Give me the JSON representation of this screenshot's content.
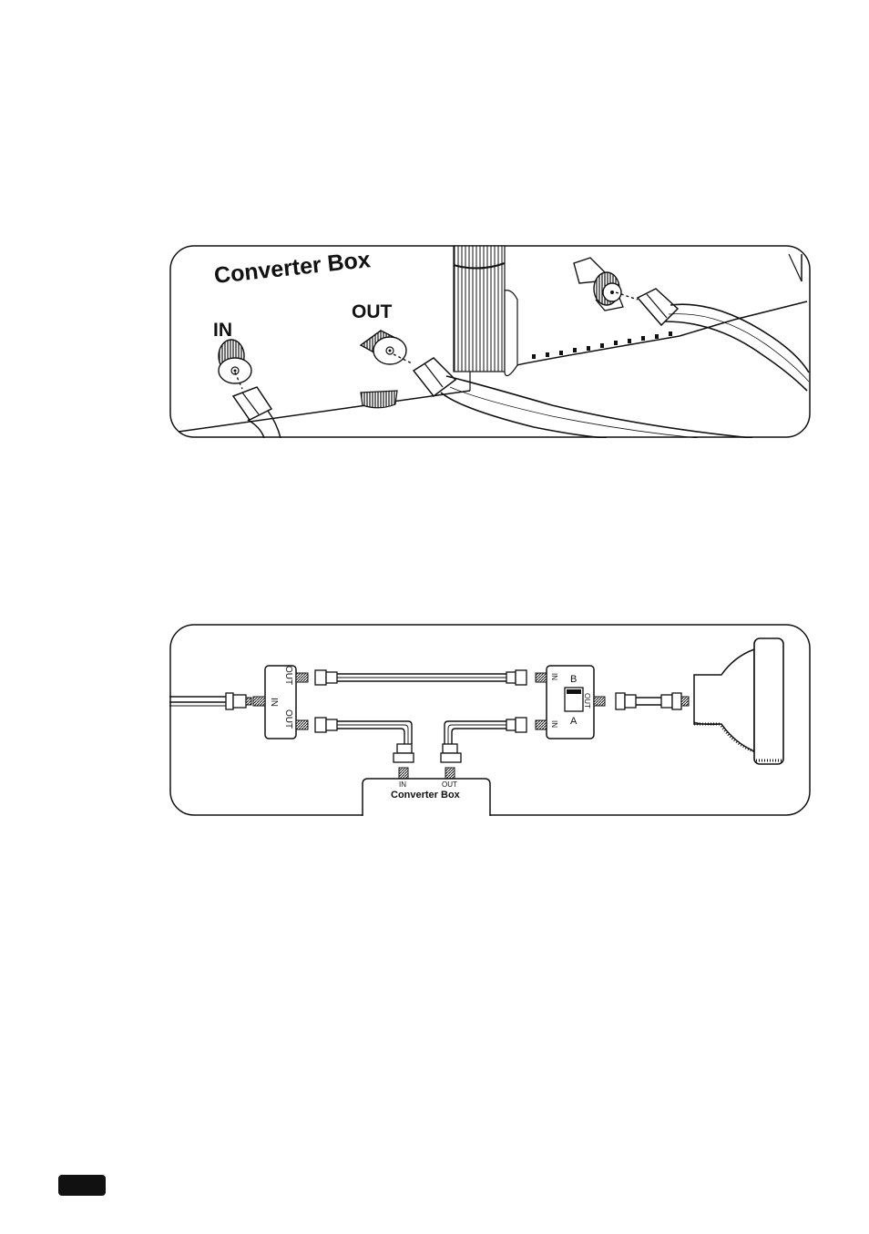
{
  "figure1": {
    "box_label": "Converter Box",
    "in_label": "IN",
    "out_label": "OUT"
  },
  "figure2": {
    "splitter_top": "OUT",
    "splitter_mid": "IN",
    "splitter_bot": "OUT",
    "switch_in_top": "IN",
    "switch_in_bot": "IN",
    "switch_b": "B",
    "switch_a": "A",
    "switch_out": "OUT",
    "box_in": "IN",
    "box_out": "OUT",
    "box_label": "Converter Box"
  },
  "colors": {
    "ink": "#111111",
    "paper": "#ffffff"
  },
  "icons": {
    "page_tab": "black-page-tab"
  }
}
